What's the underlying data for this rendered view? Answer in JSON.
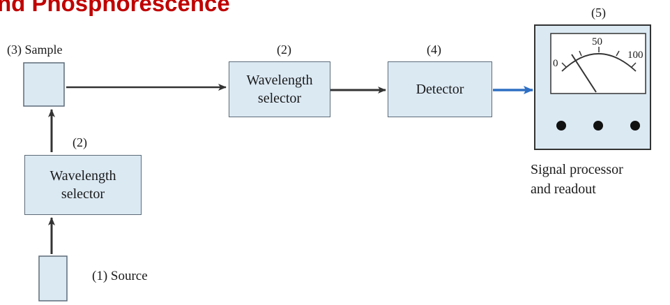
{
  "title": "nd Phosphorescence",
  "colors": {
    "title": "#c00000",
    "box_fill": "#dbe9f3",
    "arrow": "#333333",
    "output_arrow": "#2e6fc4"
  },
  "components": {
    "sample_label": "(3) Sample",
    "selector_emission_number": "(2)",
    "selector_emission_line1": "Wavelength",
    "selector_emission_line2": "selector",
    "detector_number": "(4)",
    "detector_label": "Detector",
    "readout_number": "(5)",
    "readout_caption_line1": "Signal processor",
    "readout_caption_line2": "and readout",
    "selector_excitation_number": "(2)",
    "selector_excitation_line1": "Wavelength",
    "selector_excitation_line2": "selector",
    "source_label": "(1) Source"
  },
  "meter": {
    "scale_min": "0",
    "scale_mid": "50",
    "scale_max": "100",
    "knobs": 3,
    "knob_icon": "dot"
  }
}
